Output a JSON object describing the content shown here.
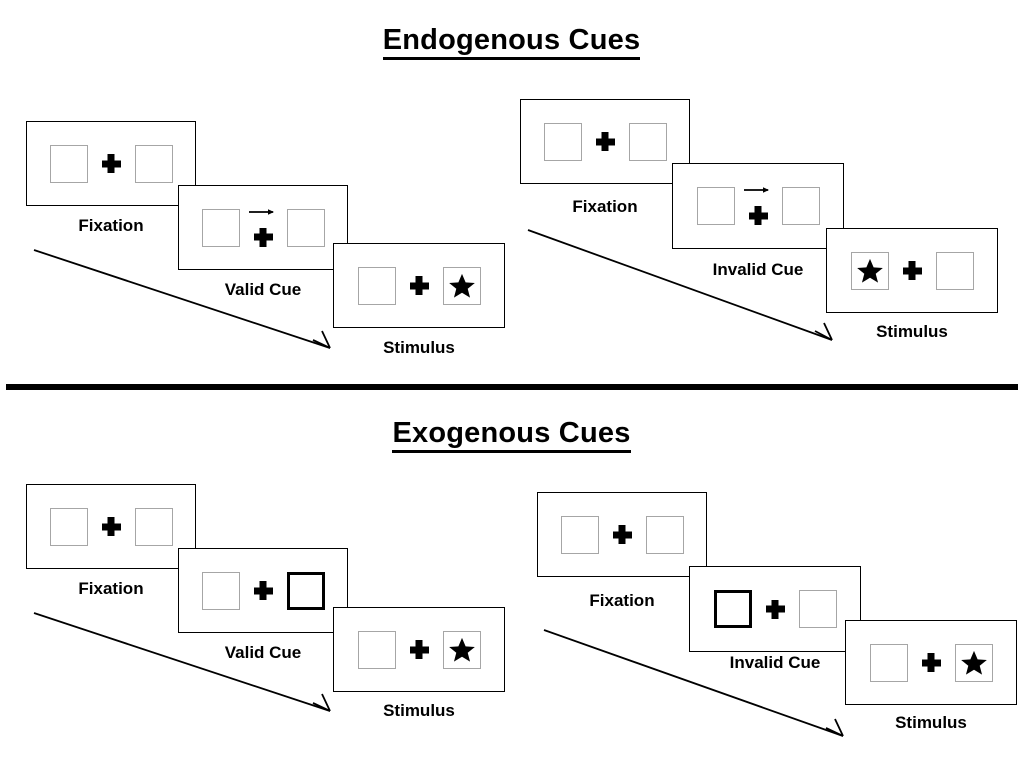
{
  "figure": {
    "background_color": "#ffffff",
    "line_color": "#000000",
    "box_border_color": "#a6a6a6",
    "cued_box_border_color": "#000000"
  },
  "sections": [
    {
      "id": "endogenous",
      "title": "Endogenous Cues",
      "trials": [
        {
          "id": "endogenous-valid",
          "cue_type": "arrow",
          "panels": [
            {
              "stage": "fixation",
              "caption": "Fixation",
              "left_box": "empty",
              "right_box": "empty",
              "cue": "none",
              "center_symbol": "plus"
            },
            {
              "stage": "cue",
              "caption": "Valid Cue",
              "left_box": "empty",
              "right_box": "empty",
              "cue": "arrow-right",
              "center_symbol": "plus"
            },
            {
              "stage": "stimulus",
              "caption": "Stimulus",
              "left_box": "empty",
              "right_box": "star",
              "cue": "none",
              "center_symbol": "plus"
            }
          ]
        },
        {
          "id": "endogenous-invalid",
          "cue_type": "arrow",
          "panels": [
            {
              "stage": "fixation",
              "caption": "Fixation",
              "left_box": "empty",
              "right_box": "empty",
              "cue": "none",
              "center_symbol": "plus"
            },
            {
              "stage": "cue",
              "caption": "Invalid Cue",
              "left_box": "empty",
              "right_box": "empty",
              "cue": "arrow-right",
              "center_symbol": "plus"
            },
            {
              "stage": "stimulus",
              "caption": "Stimulus",
              "left_box": "star",
              "right_box": "empty",
              "cue": "none",
              "center_symbol": "plus"
            }
          ]
        }
      ]
    },
    {
      "id": "exogenous",
      "title": "Exogenous Cues",
      "trials": [
        {
          "id": "exogenous-valid",
          "cue_type": "box-highlight",
          "panels": [
            {
              "stage": "fixation",
              "caption": "Fixation",
              "left_box": "empty",
              "right_box": "empty",
              "cue": "none",
              "center_symbol": "plus"
            },
            {
              "stage": "cue",
              "caption": "Valid Cue",
              "left_box": "empty",
              "right_box": "cued",
              "cue": "right-box-highlight",
              "center_symbol": "plus"
            },
            {
              "stage": "stimulus",
              "caption": "Stimulus",
              "left_box": "empty",
              "right_box": "star",
              "cue": "none",
              "center_symbol": "plus"
            }
          ]
        },
        {
          "id": "exogenous-invalid",
          "cue_type": "box-highlight",
          "panels": [
            {
              "stage": "fixation",
              "caption": "Fixation",
              "left_box": "empty",
              "right_box": "empty",
              "cue": "none",
              "center_symbol": "plus"
            },
            {
              "stage": "cue",
              "caption": "Invalid Cue",
              "left_box": "cued",
              "right_box": "empty",
              "cue": "left-box-highlight",
              "center_symbol": "plus"
            },
            {
              "stage": "stimulus",
              "caption": "Stimulus",
              "left_box": "empty",
              "right_box": "star",
              "cue": "none",
              "center_symbol": "plus"
            }
          ]
        }
      ]
    }
  ],
  "icons": {
    "star": "star-icon",
    "plus": "fixation-cross-icon",
    "arrow_cue": "arrow-right-cue-icon",
    "time_arrow": "time-flow-arrow-icon"
  }
}
